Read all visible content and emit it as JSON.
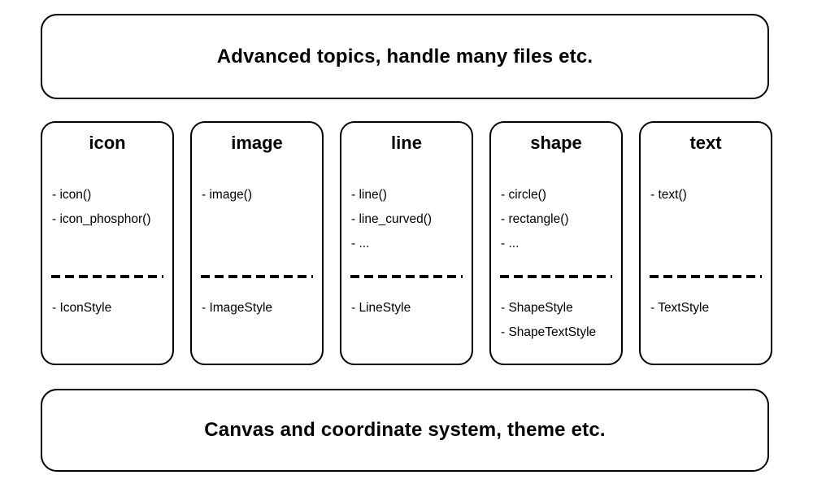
{
  "top_banner": {
    "label": "Advanced topics, handle many files etc."
  },
  "bottom_banner": {
    "label": "Canvas and coordinate system, theme etc."
  },
  "cards": [
    {
      "title": "icon",
      "methods": [
        "- icon()",
        "- icon_phosphor()"
      ],
      "styles": [
        "- IconStyle"
      ]
    },
    {
      "title": "image",
      "methods": [
        "- image()"
      ],
      "styles": [
        "- ImageStyle"
      ]
    },
    {
      "title": "line",
      "methods": [
        "- line()",
        "- line_curved()",
        "- ..."
      ],
      "styles": [
        "- LineStyle"
      ]
    },
    {
      "title": "shape",
      "methods": [
        "- circle()",
        "- rectangle()",
        "- ..."
      ],
      "styles": [
        "- ShapeStyle",
        "- ShapeTextStyle"
      ]
    },
    {
      "title": "text",
      "methods": [
        "- text()"
      ],
      "styles": [
        "- TextStyle"
      ]
    }
  ],
  "colors": {
    "border": "#000000",
    "text": "#000000",
    "background": "#ffffff"
  }
}
